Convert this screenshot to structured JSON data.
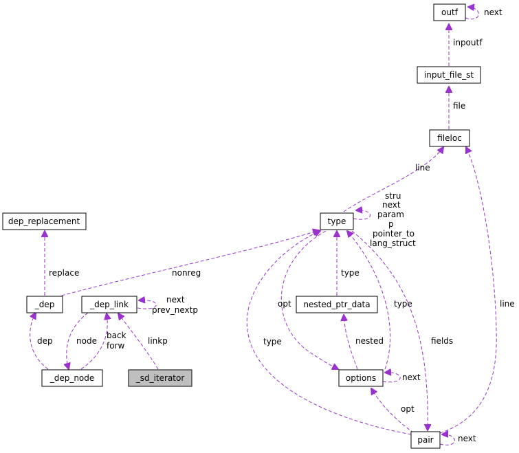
{
  "nodes": {
    "outf": "outf",
    "input_file_st": "input_file_st",
    "fileloc": "fileloc",
    "type": "type",
    "dep_replacement": "dep_replacement",
    "dep": "_dep",
    "dep_link": "_dep_link",
    "dep_node": "_dep_node",
    "sd_iterator": "_sd_iterator",
    "nested_ptr_data": "nested_ptr_data",
    "options": "options",
    "pair": "pair"
  },
  "edges": {
    "outf_next": "next",
    "inpoutf": "inpoutf",
    "file": "file",
    "type_line": "line",
    "type_self": [
      "stru",
      "next",
      "param",
      "p",
      "pointer_to",
      "lang_struct"
    ],
    "replace": "replace",
    "nonreg": "nonreg",
    "dep_link_self": [
      "next",
      "prev_nextp"
    ],
    "dep": "dep",
    "node": "node",
    "back_forw": [
      "back",
      "forw"
    ],
    "linkp": "linkp",
    "nested_type": "type",
    "opt_upper": "opt",
    "options_type": "type",
    "pair_type": "type",
    "nested": "nested",
    "fields": "fields",
    "options_next": "next",
    "pair_opt": "opt",
    "pair_line": "line",
    "pair_next": "next"
  }
}
